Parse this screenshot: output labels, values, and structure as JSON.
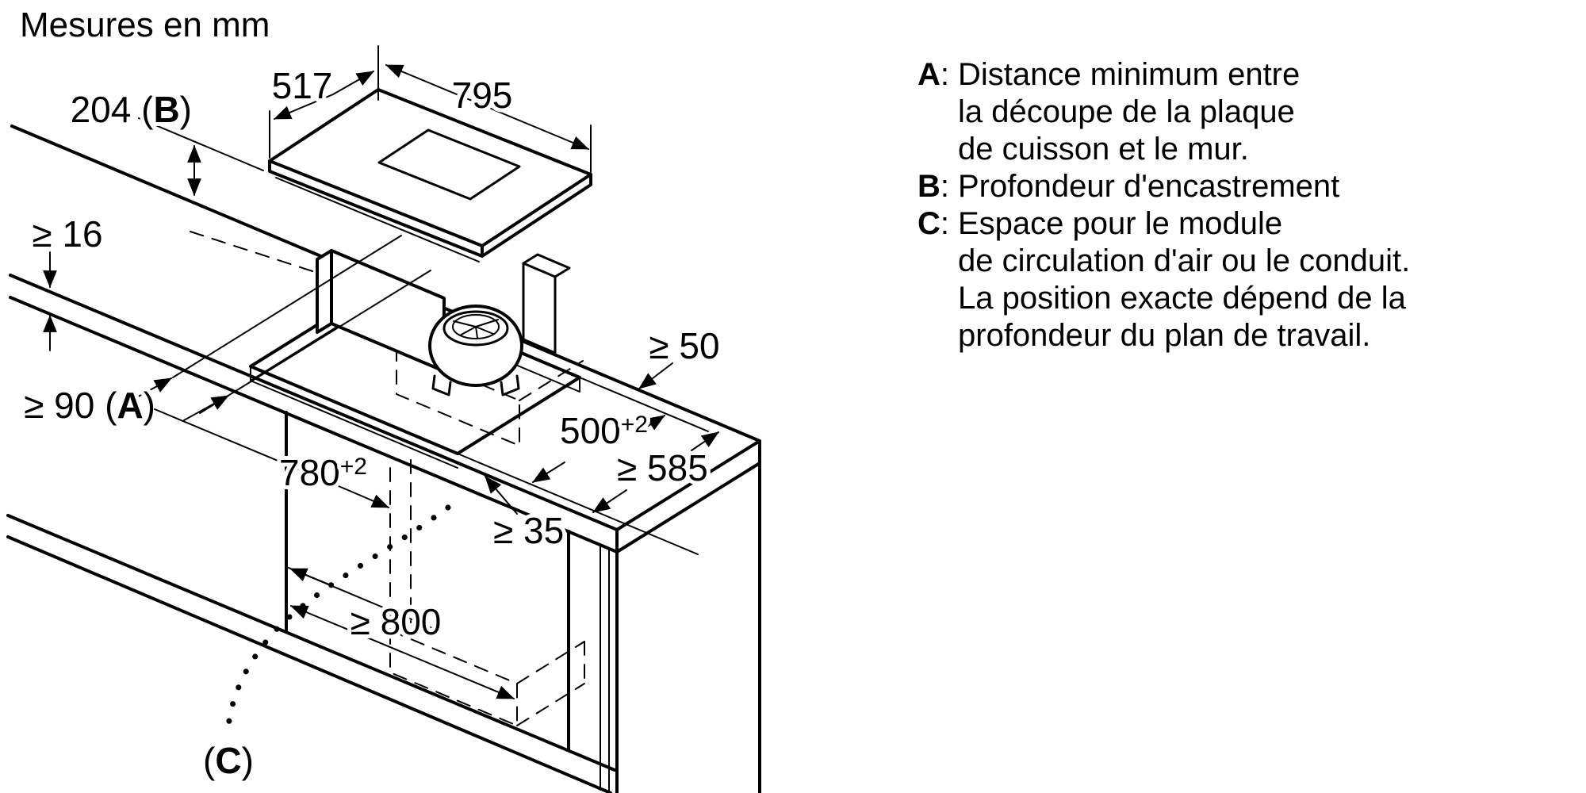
{
  "title": "Mesures en mm",
  "legend": {
    "colon": ":",
    "items": [
      {
        "key": "A",
        "lines": [
          "Distance minimum entre",
          "la découpe de la plaque",
          "de cuisson et le mur."
        ]
      },
      {
        "key": "B",
        "lines": [
          "Profondeur d'encastrement"
        ]
      },
      {
        "key": "C",
        "lines": [
          "Espace pour le module",
          "de circulation d'air ou le conduit.",
          "La position exacte dépend de la",
          "profondeur du plan de travail."
        ]
      }
    ]
  },
  "dimensions": {
    "hob_depth": "517",
    "hob_width": "795",
    "installation_depth": {
      "prefix": "204 (",
      "letter": "B",
      "suffix": ")"
    },
    "worktop_thickness": "≥ 16",
    "wall_distance": {
      "prefix": "≥ 90 (",
      "letter": "A",
      "suffix": ")"
    },
    "rear_clearance": "≥ 50",
    "cutout_depth": {
      "value": "500",
      "tolerance": "+2"
    },
    "worktop_depth": "≥ 585",
    "cutout_width": {
      "value": "780",
      "tolerance": "+2"
    },
    "front_clearance": "≥ 35",
    "niche_width": "≥ 800",
    "air_module": {
      "prefix": "(",
      "letter": "C",
      "suffix": ")"
    }
  }
}
